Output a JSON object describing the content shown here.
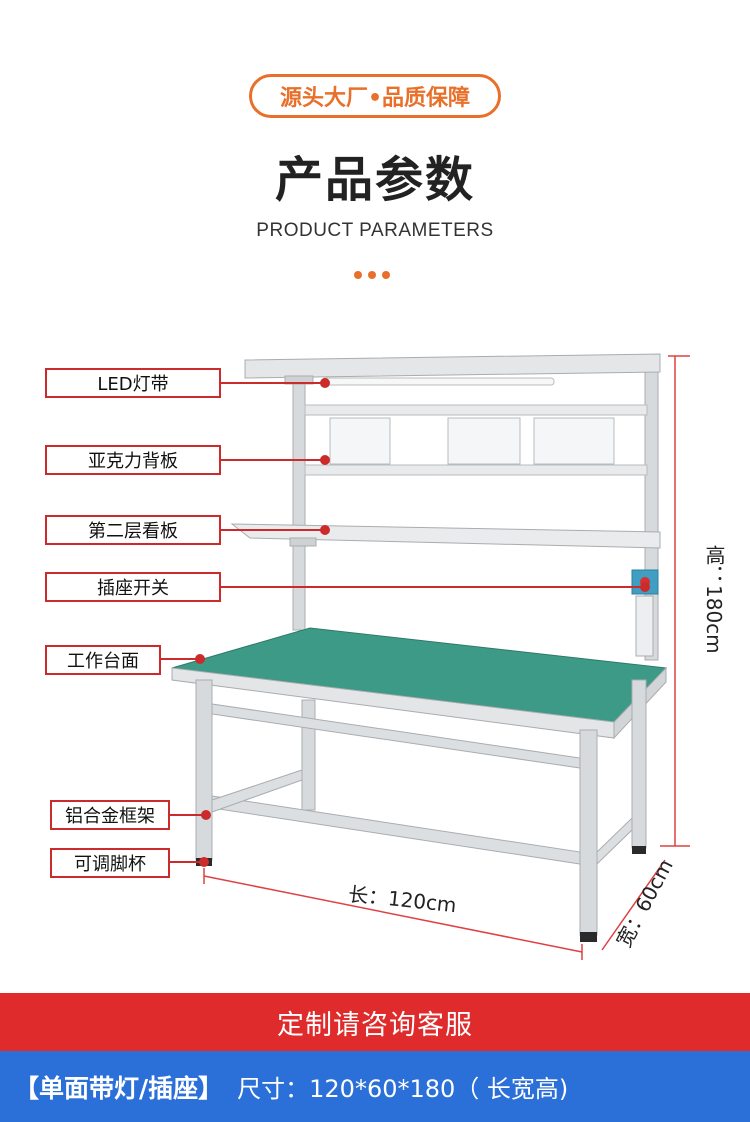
{
  "badge": "源头大厂•品质保障",
  "title": "产品参数",
  "subtitle": "PRODUCT PARAMETERS",
  "callouts": {
    "led": "LED灯带",
    "acrylic": "亚克力背板",
    "second_shelf": "第二层看板",
    "socket": "插座开关",
    "worktop": "工作台面",
    "frame": "铝合金框架",
    "feet": "可调脚杯"
  },
  "dimensions": {
    "height": "高：180cm",
    "length": "长：120cm",
    "width": "宽：60cm"
  },
  "banner": "定制请咨询客服",
  "spec": {
    "lead": "【单面带灯/插座】",
    "size": "尺寸：120*60*180（ 长宽高)"
  },
  "colors": {
    "accent": "#e8702a",
    "callout_border": "#cc2b2b",
    "banner_red": "#df2b2b",
    "banner_blue": "#2b6fd8",
    "worktop": "#3d9a86"
  }
}
